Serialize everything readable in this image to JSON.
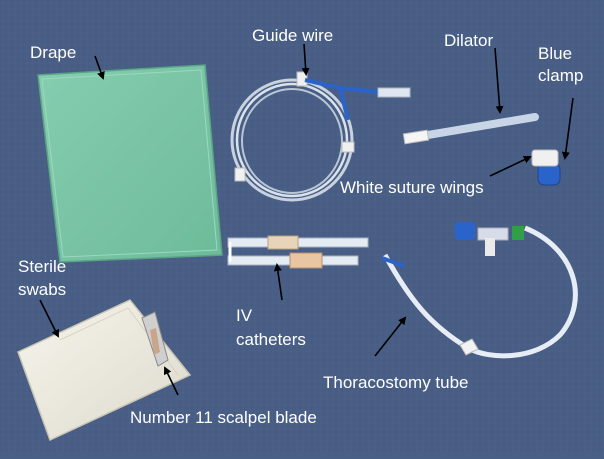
{
  "labels": {
    "drape": "Drape",
    "guide_wire": "Guide wire",
    "dilator": "Dilator",
    "blue_clamp_line1": "Blue",
    "blue_clamp_line2": "clamp",
    "white_suture_wings": "White suture wings",
    "sterile_swabs_line1": "Sterile",
    "sterile_swabs_line2": "swabs",
    "iv_catheters_line1": "IV",
    "iv_catheters_line2": "catheters",
    "thoracostomy_tube": "Thoracostomy tube",
    "scalpel_blade": "Number 11 scalpel blade"
  },
  "colors": {
    "background": "#4a5f86",
    "drape": "#7fc7a8",
    "swabs": "#f2f0e6",
    "blue_plastic": "#2a63c9",
    "tube": "#dfe6ef"
  }
}
